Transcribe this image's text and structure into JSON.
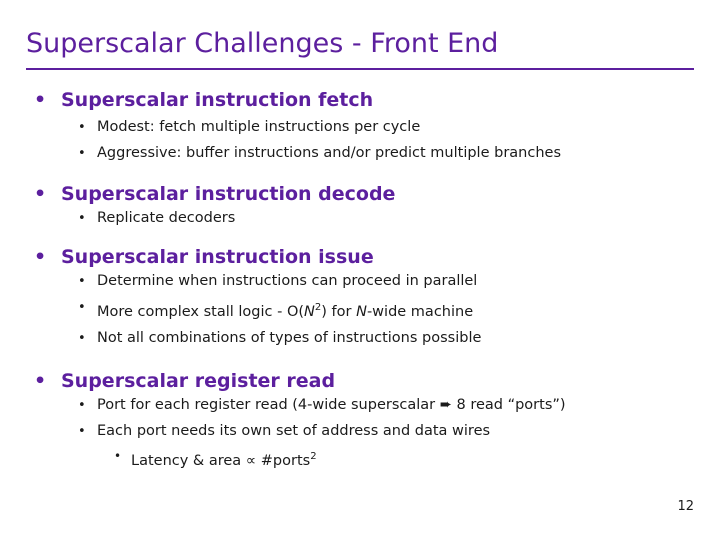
{
  "slide": {
    "title": "Superscalar Challenges - Front End",
    "page_number": "12",
    "accent_color": "#5C1F9E",
    "text_color": "#1B1B1B",
    "bullet_glyphs": {
      "level1": "•",
      "level2": "•",
      "level3": "•"
    },
    "sections": [
      {
        "heading": "Superscalar instruction fetch",
        "items": [
          "Modest: fetch multiple instructions per cycle",
          "Aggressive: buffer instructions and/or predict multiple branches"
        ]
      },
      {
        "heading": "Superscalar instruction decode",
        "items": [
          "Replicate decoders"
        ]
      },
      {
        "heading": "Superscalar instruction issue",
        "items": [
          "Determine when instructions can proceed in parallel",
          "More complex stall logic - O(N²) for N-wide machine",
          "Not all combinations of types of instructions possible"
        ]
      },
      {
        "heading": "Superscalar register read",
        "items": [
          "Port for each register read (4-wide superscalar ➨ 8 read “ports”)",
          "Each port needs its own set of address and data wires"
        ],
        "subitems": [
          "Latency & area ∝ #ports2"
        ]
      }
    ],
    "line_parts": {
      "stall_logic_pre": "More complex stall logic - O(",
      "stall_logic_n1": "N",
      "stall_logic_sup": "2",
      "stall_logic_mid": ") for ",
      "stall_logic_n2": "N",
      "stall_logic_post": "-wide machine",
      "latency_pre": "Latency & area ",
      "latency_prop": "∝",
      "latency_post": " #ports",
      "latency_sup": "2"
    }
  }
}
